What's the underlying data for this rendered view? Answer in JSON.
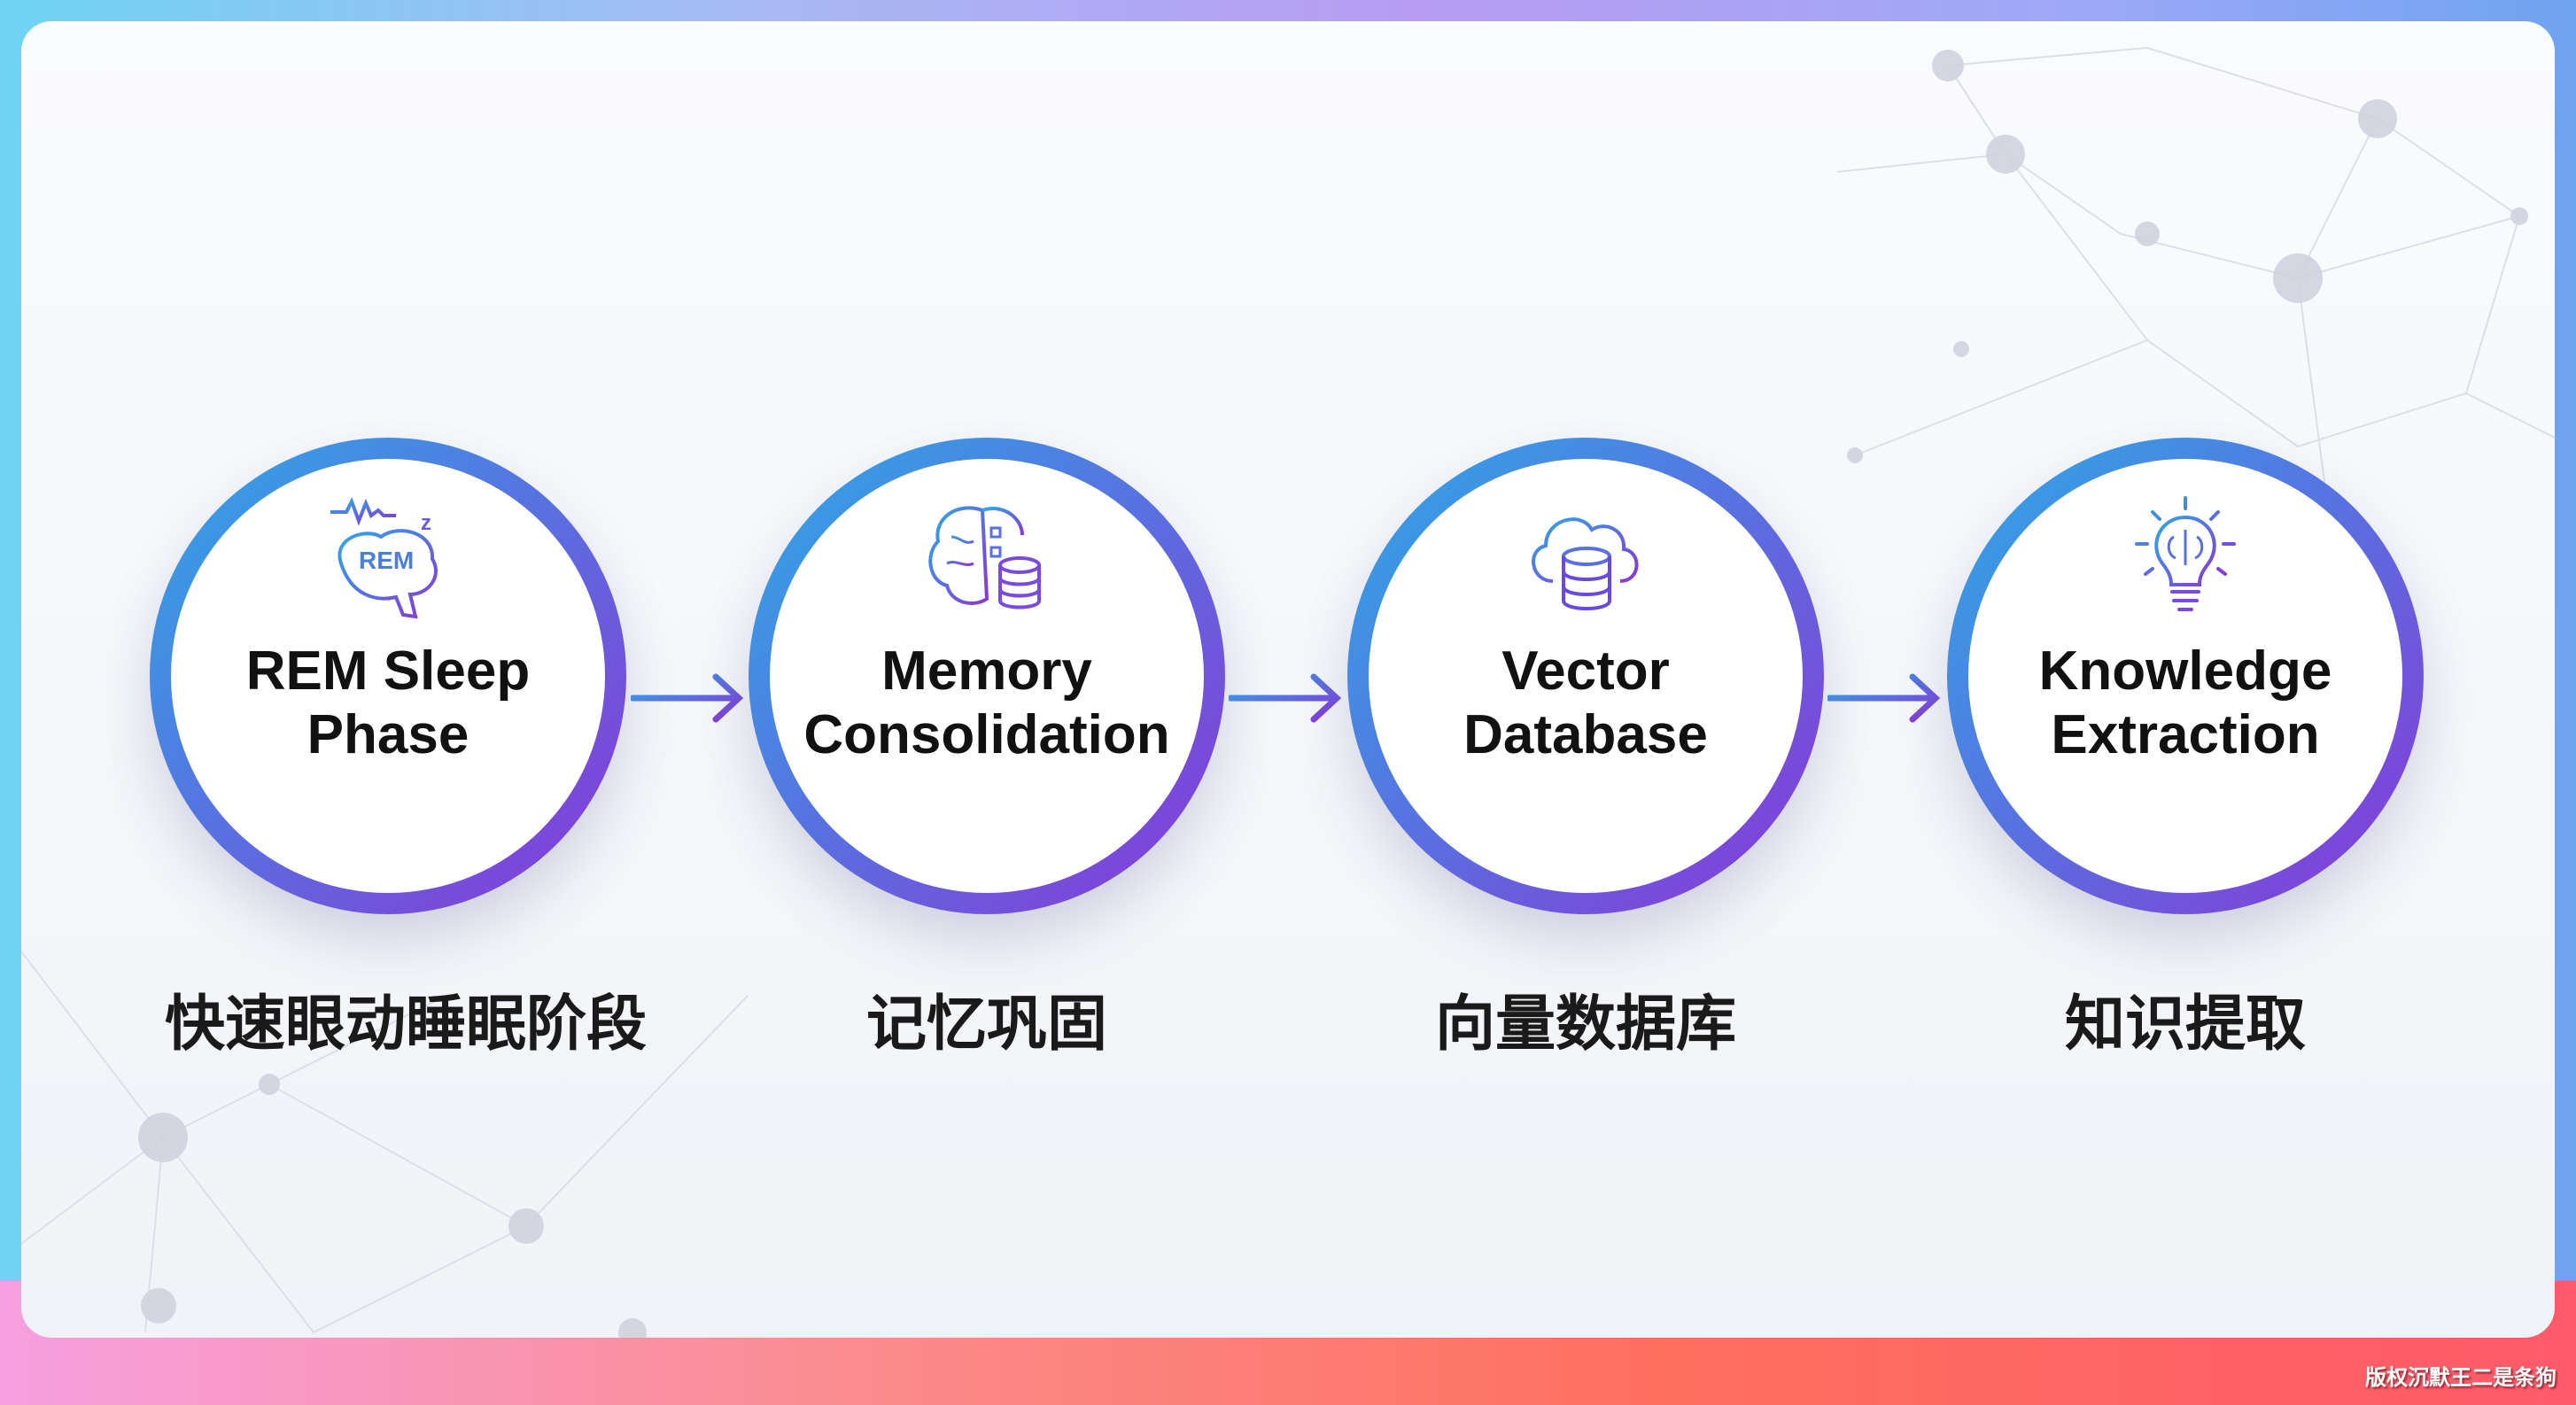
{
  "colors": {
    "gradient_start": "#2fa9e6",
    "gradient_mid": "#5a6fe0",
    "gradient_end": "#8a36d6",
    "arrow": "#5a6fe0"
  },
  "steps": [
    {
      "title_line1": "REM Sleep",
      "title_line2": "Phase",
      "chinese": "快速眼动睡眠阶段",
      "icon": "rem-brain-icon",
      "icon_text": "REM"
    },
    {
      "title_line1": "Memory",
      "title_line2": "Consolidation",
      "chinese": "记忆巩固",
      "icon": "brain-database-icon"
    },
    {
      "title_line1": "Vector",
      "title_line2": "Database",
      "chinese": "向量数据库",
      "icon": "cloud-database-icon"
    },
    {
      "title_line1": "Knowledge",
      "title_line2": "Extraction",
      "chinese": "知识提取",
      "icon": "lightbulb-brain-icon"
    }
  ],
  "watermark": "版权沉默王二是条狗"
}
